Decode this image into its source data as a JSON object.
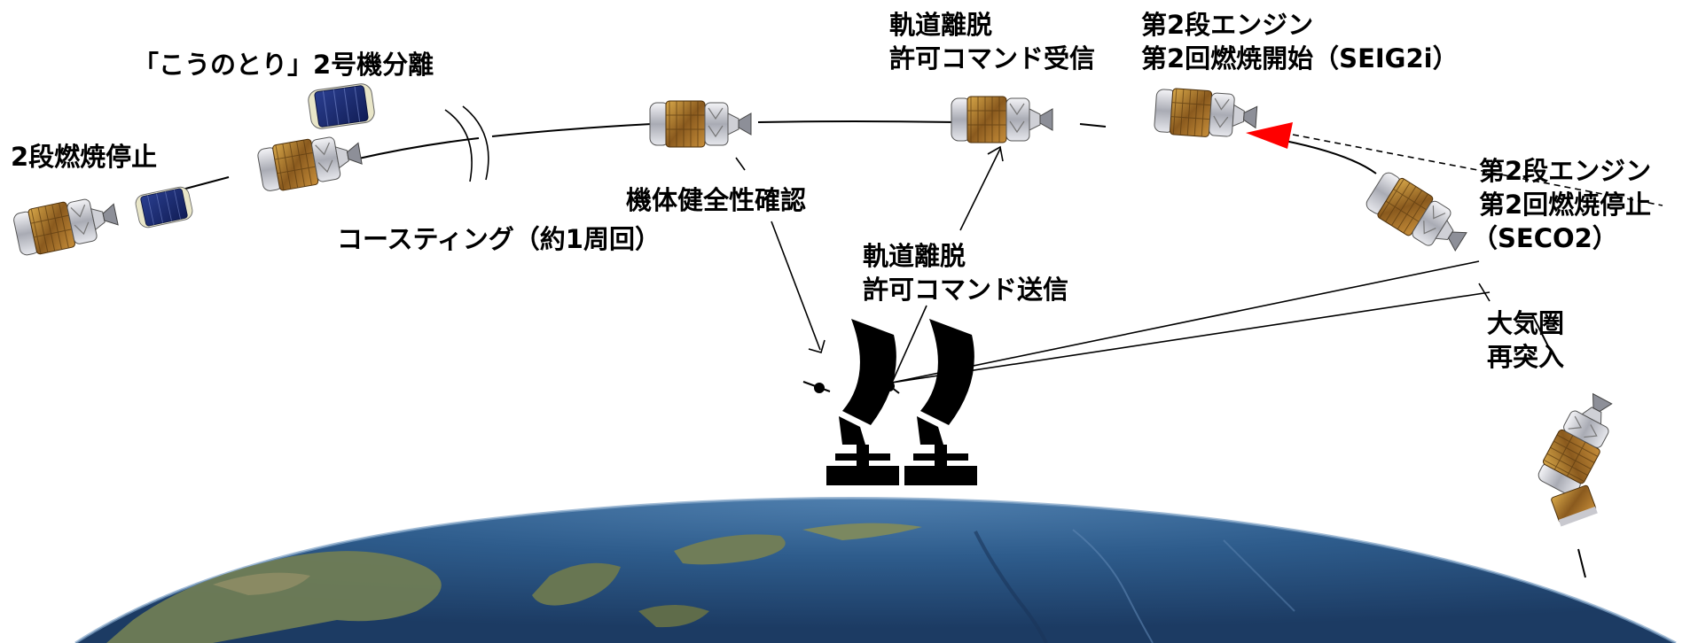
{
  "labels": {
    "separation": "「こうのとり」2号機分離",
    "second_stage_stop": "2段燃焼停止",
    "coasting": "コースティング（約1周回）",
    "health_check": "機体健全性確認",
    "deorbit_receive": [
      "軌道離脱",
      "許可コマンド受信"
    ],
    "deorbit_send": [
      "軌道離脱",
      "許可コマンド送信"
    ],
    "seig2i": [
      "第2段エンジン",
      "第2回燃焼開始（SEIG2i）"
    ],
    "seco2": [
      "第2段エンジン",
      "第2回燃焼停止",
      "（SECO2）"
    ],
    "reentry": [
      "大気圏",
      "再突入"
    ]
  },
  "colors": {
    "orbit_line": "#000000",
    "burn_plume": "#ff0000",
    "antenna": "#000000",
    "earth_ocean": "#2f5f8f",
    "earth_land": "#6f7c55"
  },
  "icons": {
    "spacecraft": "htv-spacecraft-icon",
    "ground_station": "parabolic-antenna-icon",
    "earth": "earth-globe"
  }
}
